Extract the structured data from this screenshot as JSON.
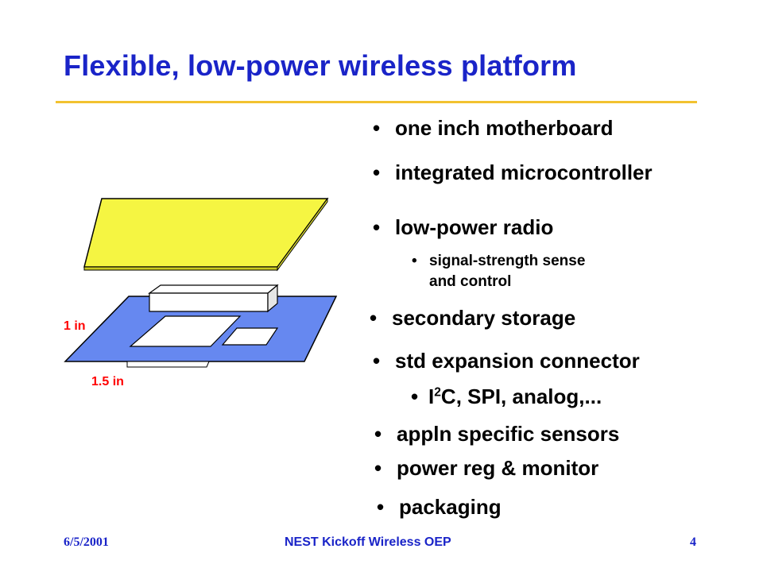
{
  "slide": {
    "title": "Flexible, low-power wireless platform",
    "bullets": [
      "one inch motherboard",
      "integrated microcontroller",
      "low-power radio",
      "secondary storage",
      "std expansion connector",
      "appln specific sensors",
      "power reg & monitor",
      "packaging"
    ],
    "sub_bullets": {
      "radio_line1": "signal-strength sense",
      "radio_line2": "and control",
      "connector_sup_prefix": "I",
      "connector_sup": "2",
      "connector_rest": "C, SPI, analog,..."
    },
    "bullet_char": "•",
    "diagram": {
      "width_label": "1.5 in",
      "height_label": "1 in",
      "colors": {
        "top_board": "#f5f542",
        "base_board": "#6688f0",
        "chips": "#ffffff",
        "dimension_text": "#ff0000"
      }
    },
    "footer": {
      "date": "6/5/2001",
      "center": "NEST Kickoff Wireless OEP",
      "page_number": "4"
    },
    "colors": {
      "title": "#1a24c8",
      "rule": "#f2c230",
      "text": "#000000"
    }
  }
}
